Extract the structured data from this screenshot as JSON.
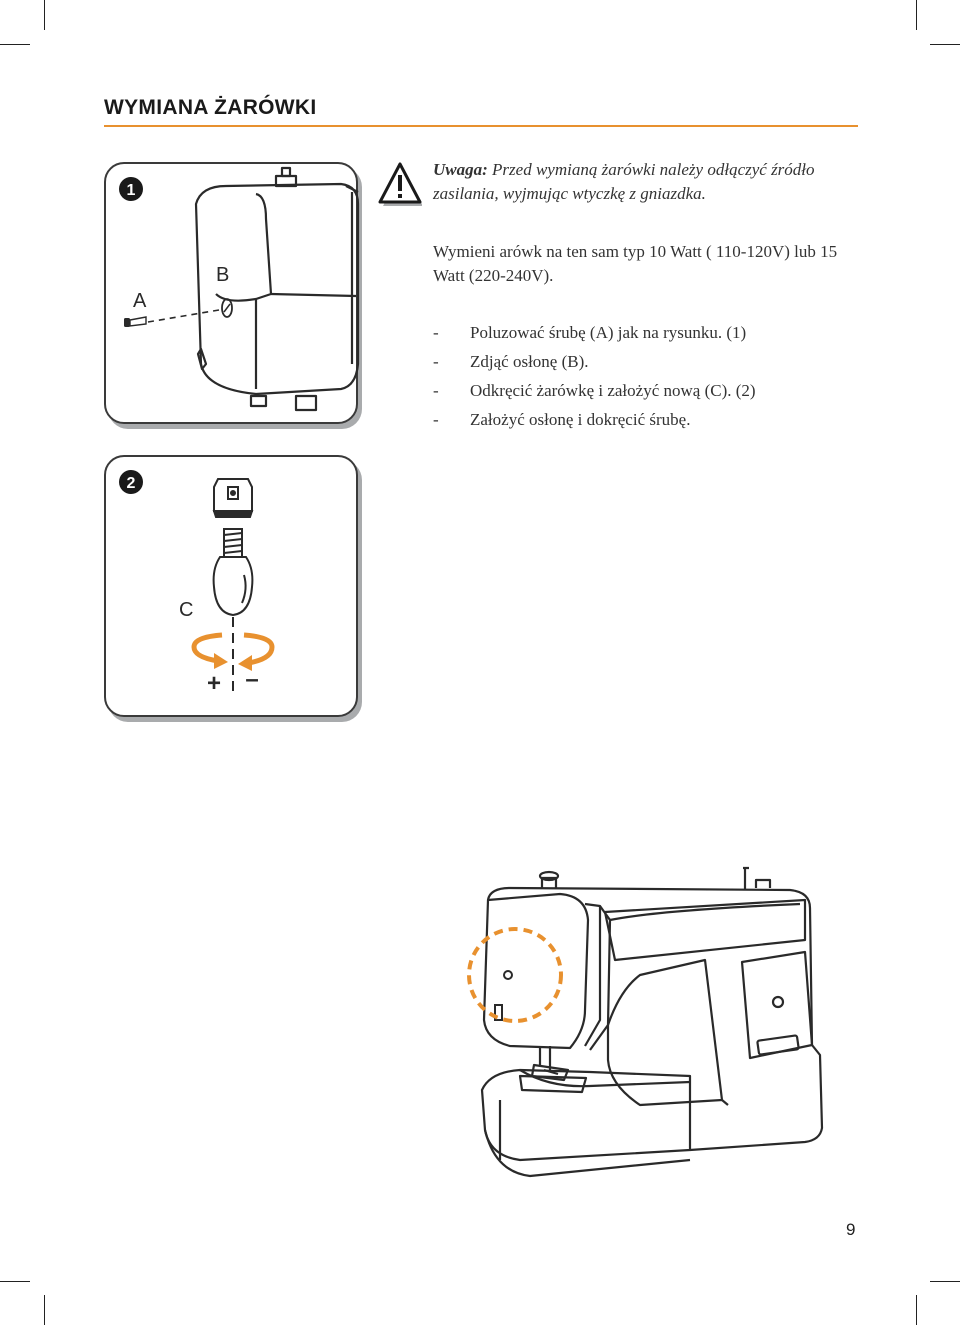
{
  "page": {
    "title": "WYMIANA ŻARÓWKI",
    "page_number": "9"
  },
  "figure1": {
    "number": "1",
    "label_a": "A",
    "label_b": "B"
  },
  "figure2": {
    "number": "2",
    "label_c": "C",
    "plus": "+",
    "minus": "–"
  },
  "note": {
    "label": "Uwaga:",
    "text": " Przed wymianą żarówki należy odłączyć źródło zasilania, wyjmując wtyczkę z gniazdka."
  },
  "body": {
    "paragraph": "Wymieni arówk na ten sam typ 10 Watt ( 110-120V) lub 15 Watt (220-240V).",
    "steps": [
      {
        "dash": "-",
        "text": "Poluzować śrubę  (A) jak na rysunku. (1)"
      },
      {
        "dash": "-",
        "text": "Zdjąć osłonę (B)."
      },
      {
        "dash": "-",
        "text": "Odkręcić żarówkę i założyć nową (C). (2)"
      },
      {
        "dash": "-",
        "text": "Założyć osłonę i dokręcić śrubę."
      }
    ]
  },
  "colors": {
    "accent": "#e8912f",
    "shadow": "#a9abad",
    "line": "#3a3a3a"
  },
  "icons": [
    "warning-triangle-icon",
    "screw-icon",
    "bulb-icon",
    "rotate-arrows-icon",
    "sewing-machine-illustration"
  ]
}
